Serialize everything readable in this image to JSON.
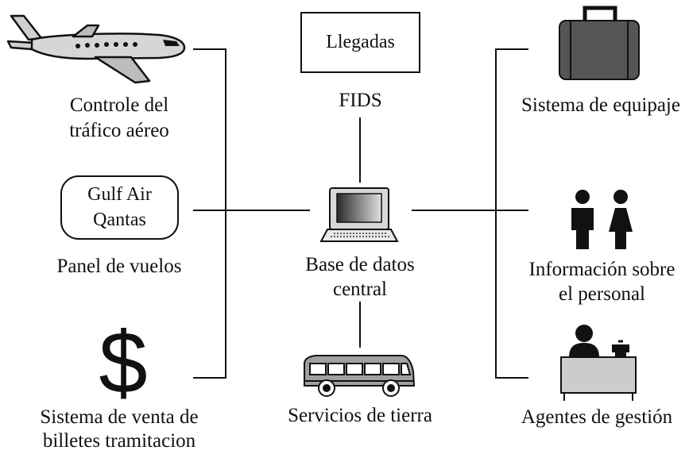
{
  "nodes": {
    "air_traffic": {
      "line1": "Controle del",
      "line2": "tráfico aéreo",
      "icon": "airplane-icon"
    },
    "flight_panel": {
      "label": "Panel de vuelos",
      "screen_line1": "Gulf Air",
      "screen_line2": "Qantas"
    },
    "ticketing": {
      "line1": "Sistema de venta de",
      "line2": "billetes tramitacion",
      "icon": "dollar-icon"
    },
    "fids": {
      "label": "FIDS",
      "screen_text": "Llegadas"
    },
    "central_db": {
      "line1": "Base de datos",
      "line2": "central",
      "icon": "computer-icon"
    },
    "ground_services": {
      "label": "Servicios de tierra",
      "icon": "bus-icon"
    },
    "baggage": {
      "label": "Sistema de equipaje",
      "icon": "suitcase-icon"
    },
    "staff_info": {
      "line1": "Información sobre",
      "line2": "el personal",
      "icon": "people-icon"
    },
    "agents": {
      "label": "Agentes de gestión",
      "icon": "desk-agent-icon"
    }
  },
  "colors": {
    "line": "#111111",
    "icon_dark": "#3a3a3a",
    "icon_mid": "#8c8c8c",
    "icon_light": "#c8c8c8"
  }
}
